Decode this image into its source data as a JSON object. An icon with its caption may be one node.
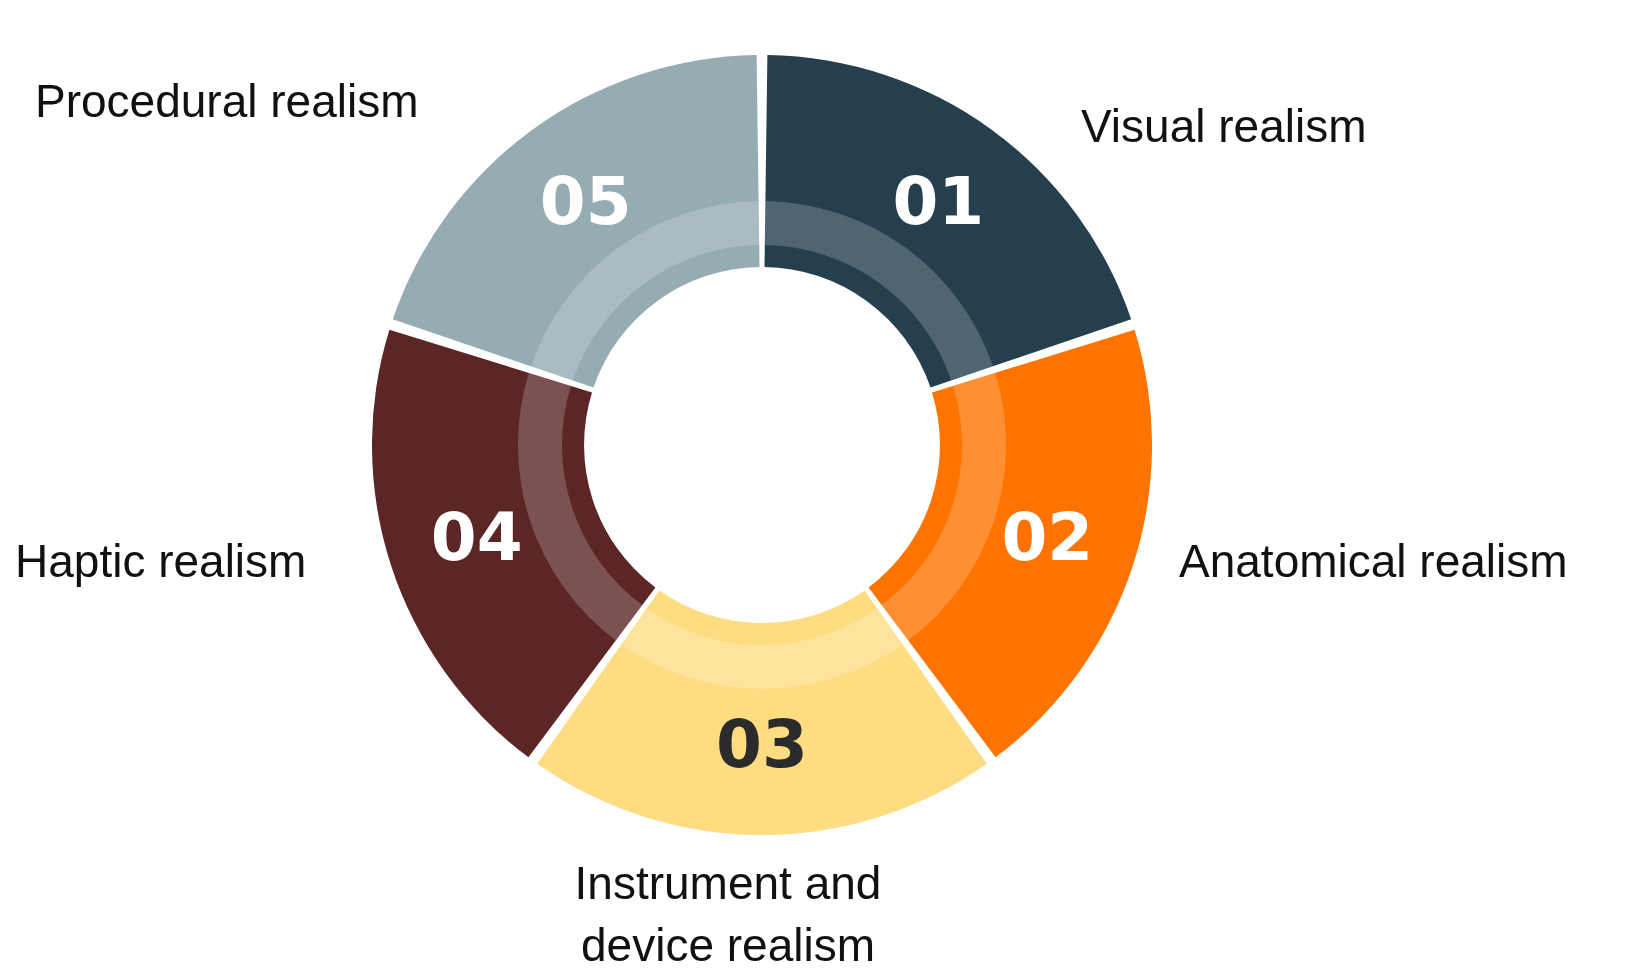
{
  "diagram": {
    "nodes": [
      {
        "text": [
          "01"
        ],
        "beside": [
          "Visual realism"
        ]
      },
      {
        "text": [
          "02"
        ],
        "beside": [
          "Anatomical realism"
        ]
      },
      {
        "text": [
          "03"
        ],
        "beside": [
          "Instrument and device realism"
        ]
      },
      {
        "text": [
          "04"
        ],
        "beside": [
          "Haptic realism"
        ]
      },
      {
        "text": [
          "05"
        ],
        "beside": [
          "Procedural realism"
        ]
      }
    ]
  }
}
